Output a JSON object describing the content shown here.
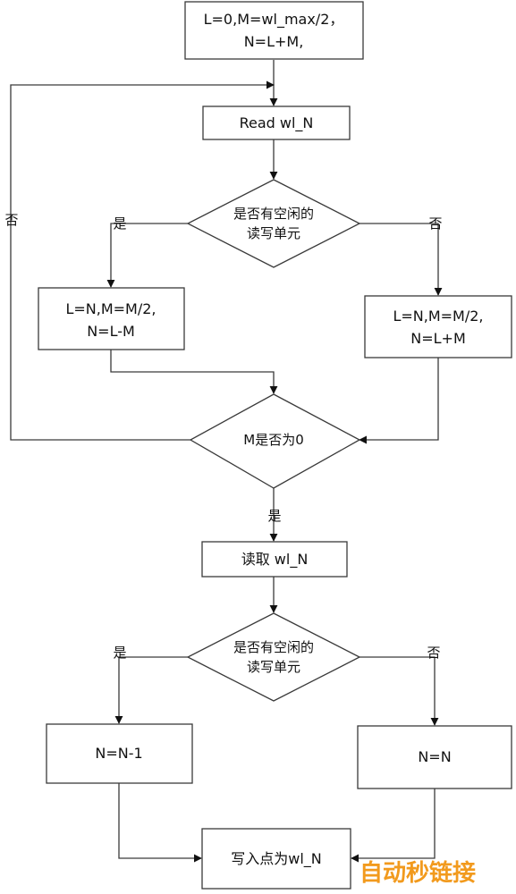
{
  "nodes": {
    "init": {
      "line1": "L=0,M=wl_max/2，",
      "line2": "N=L+M,"
    },
    "read": {
      "text": "Read wl_N"
    },
    "decision1": {
      "line1": "是否有空闲的",
      "line2": "读写单元"
    },
    "left1": {
      "line1": "L=N,M=M/2,",
      "line2": "N=L-M"
    },
    "right1": {
      "line1": "L=N,M=M/2,",
      "line2": "N=L+M"
    },
    "decision2": {
      "text": "M是否为0"
    },
    "read2": {
      "text": "读取 wl_N"
    },
    "decision3": {
      "line1": "是否有空闲的",
      "line2": "读写单元"
    },
    "left2": {
      "text": "N=N-1"
    },
    "right2": {
      "text": "N=N"
    },
    "final": {
      "text": "写入点为wl_N"
    }
  },
  "labels": {
    "loop_no": "否",
    "d1_yes": "是",
    "d1_no": "否",
    "d2_yes": "是",
    "d3_yes": "是",
    "d3_no": "否"
  },
  "watermark": {
    "text": "自动秒链接",
    "color": "#f29a1d"
  }
}
